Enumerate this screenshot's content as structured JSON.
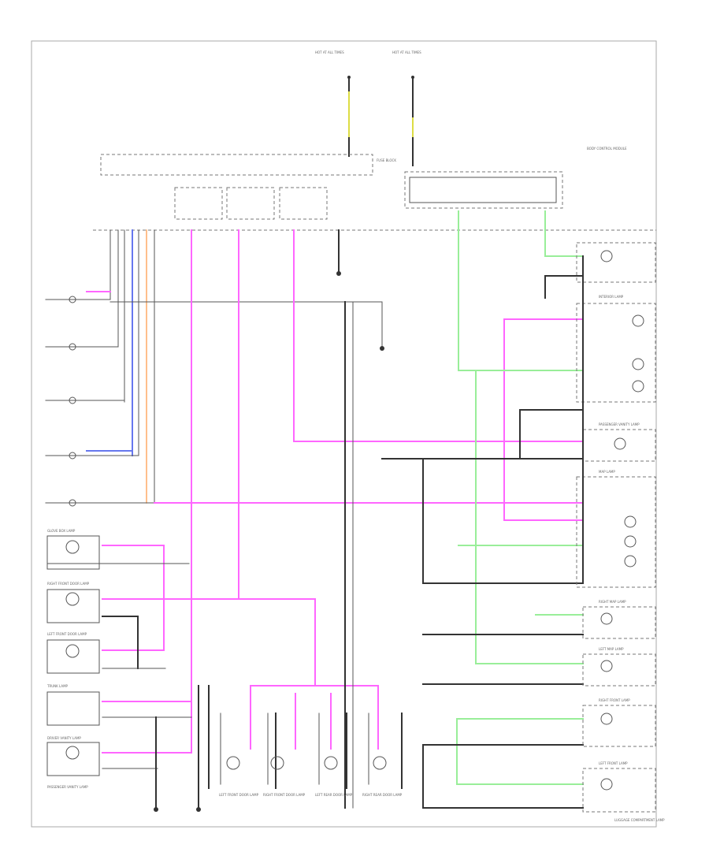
{
  "diagram": {
    "components": {
      "glove_box_lamp": "GLOVE BOX LAMP",
      "left_front_door_lamp": "LEFT FRONT DOOR LAMP",
      "right_front_door_lamp": "RIGHT FRONT DOOR LAMP",
      "left_rear_door_lamp": "LEFT REAR DOOR LAMP",
      "right_rear_door_lamp": "RIGHT REAR DOOR LAMP",
      "luggage_compartment_lamp": "LUGGAGE COMPARTMENT LAMP",
      "passenger_vanity_lamp": "PASSENGER VANITY LAMP",
      "driver_vanity_lamp": "DRIVER VANITY LAMP",
      "trunk_lamp": "TRUNK LAMP",
      "interior_lamp": "INTERIOR LAMP",
      "map_lamp": "MAP LAMP",
      "right_map_lamp": "RIGHT MAP LAMP",
      "left_map_lamp": "LEFT MAP LAMP",
      "right_front_lamp": "RIGHT FRONT LAMP",
      "left_front_lamp": "LEFT FRONT LAMP",
      "body_control_module": "BODY CONTROL MODULE",
      "fuse_block": "FUSE BLOCK",
      "hot_at_all_times_1": "HOT AT ALL TIMES",
      "hot_at_all_times_2": "HOT AT ALL TIMES"
    },
    "wire_colors": {
      "black": "#333333",
      "pink": "#ff66ff",
      "green": "#99ee99",
      "blue": "#6677ee",
      "orange": "#ffaa66",
      "yellow": "#dddd44"
    }
  }
}
